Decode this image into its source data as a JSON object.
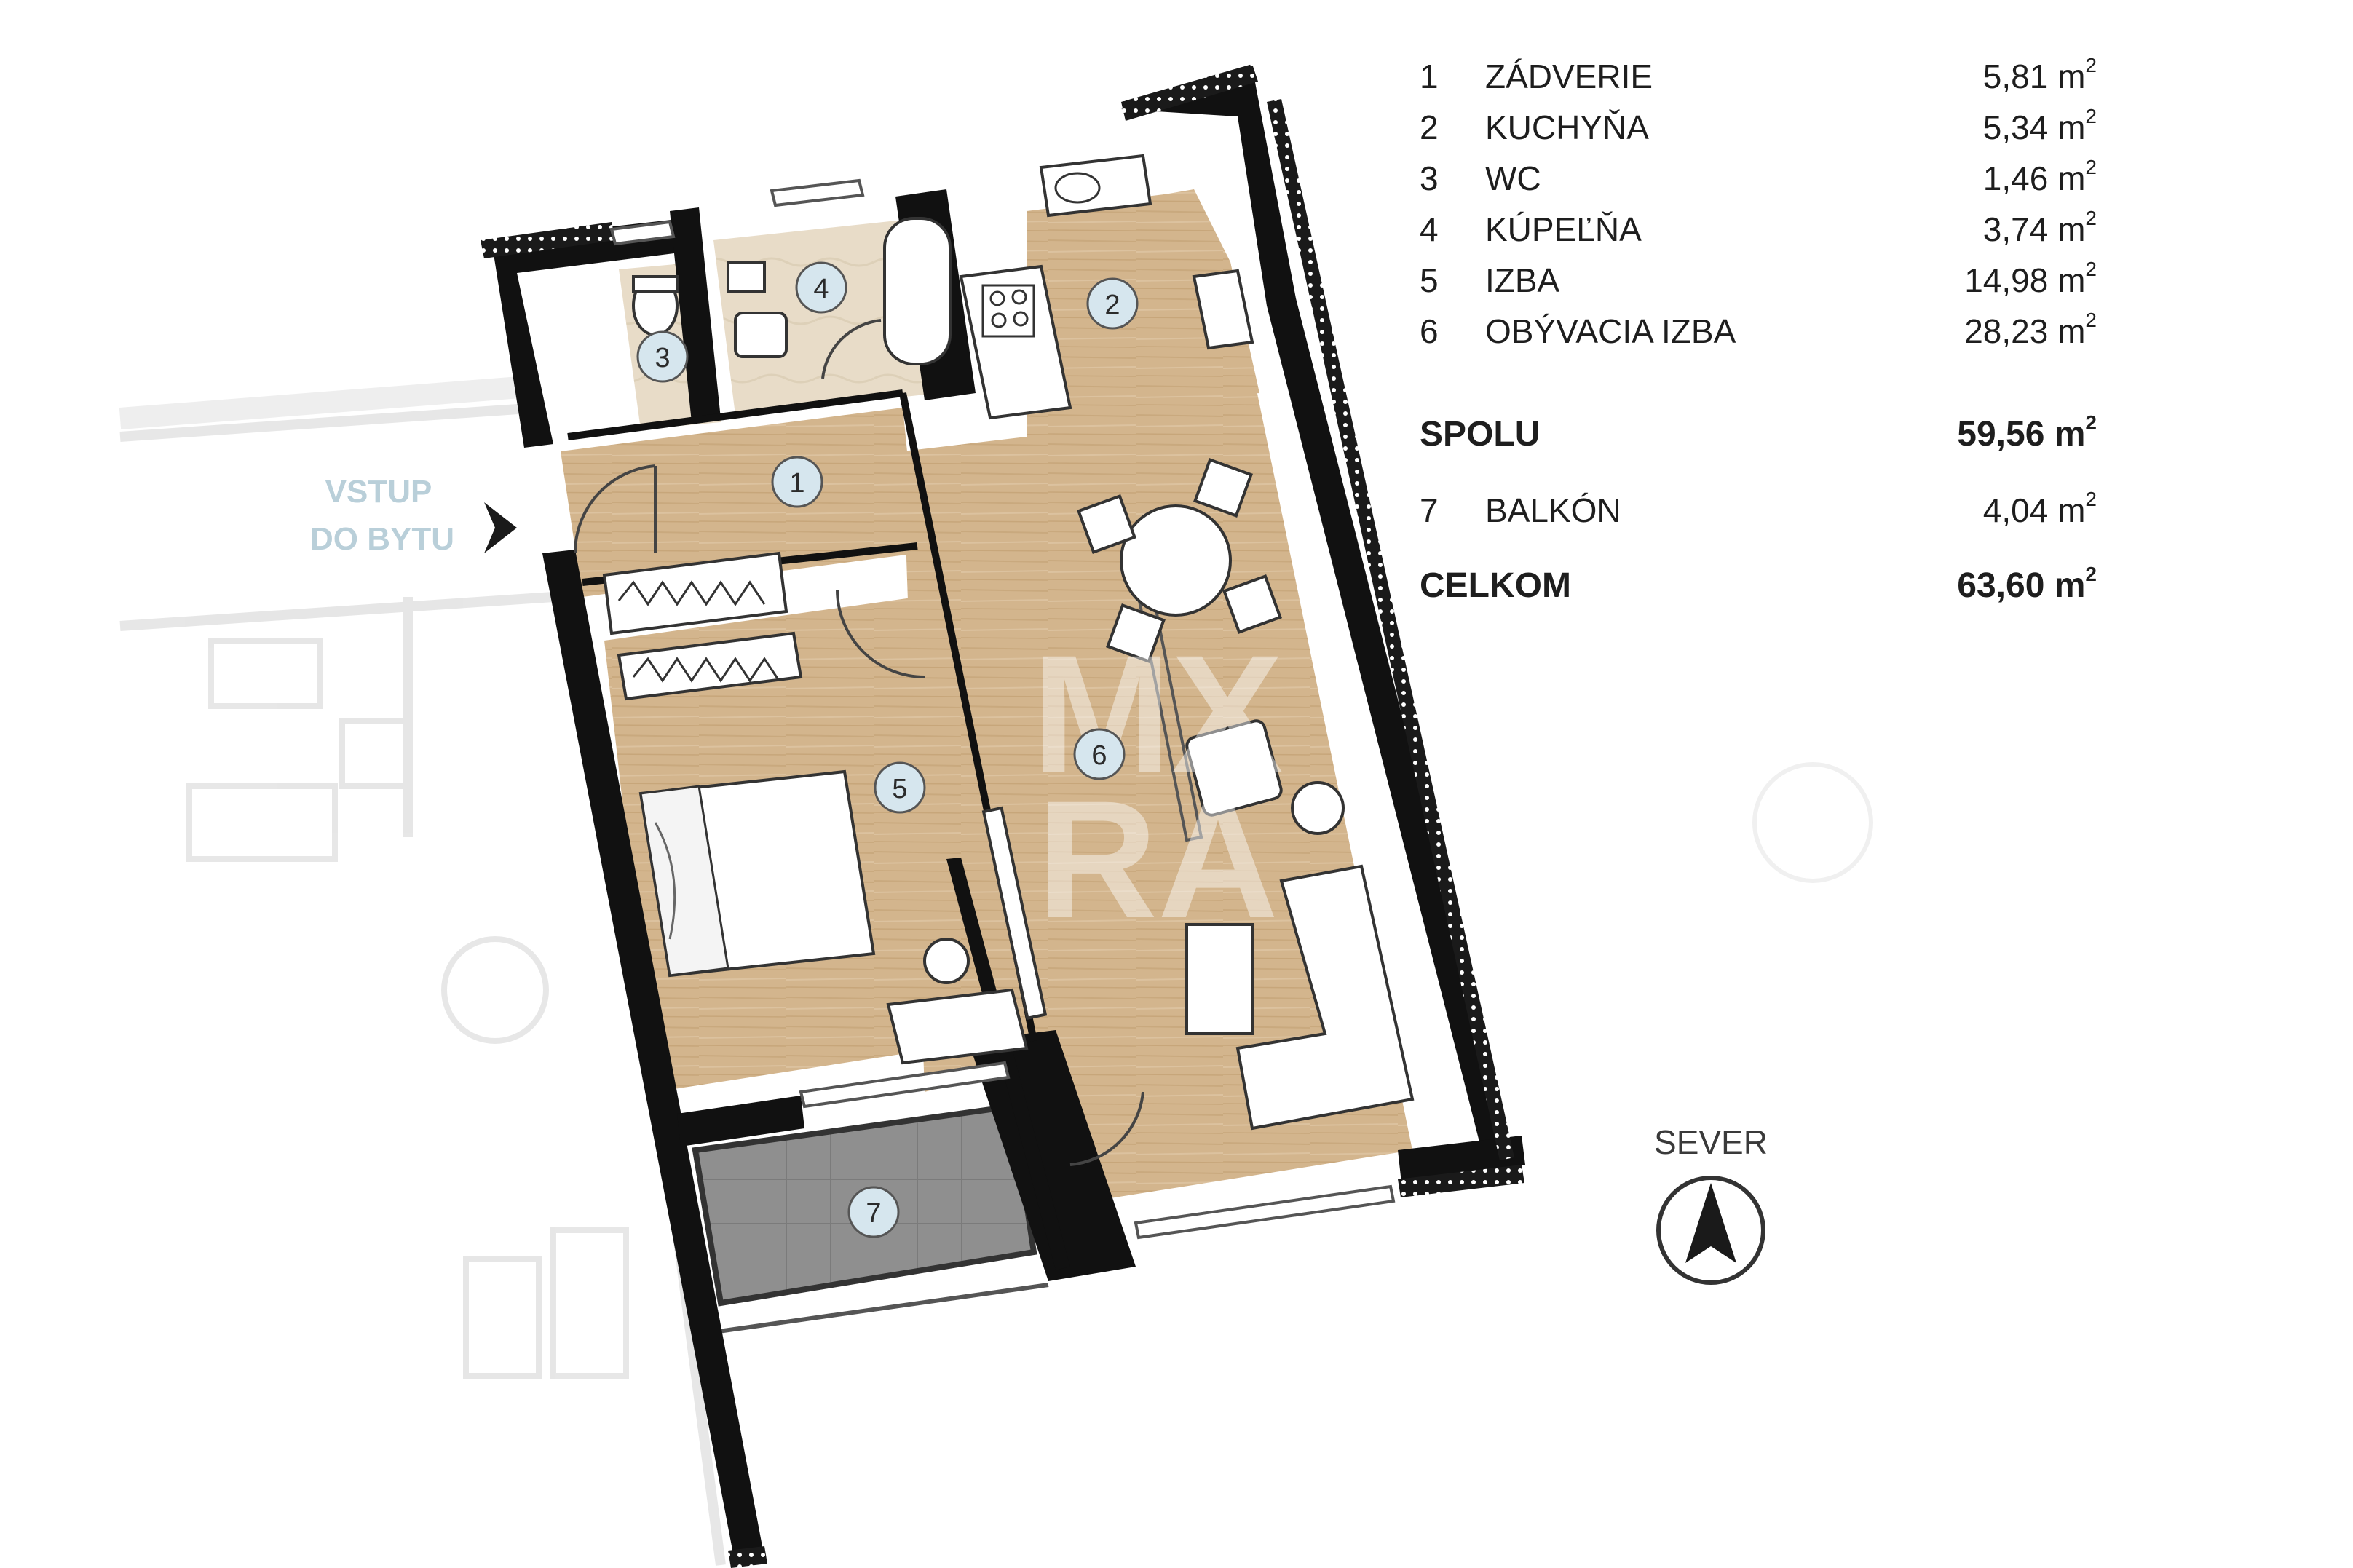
{
  "rooms": [
    {
      "number": "1",
      "name": "ZÁDVERIE",
      "area": "5,81 m"
    },
    {
      "number": "2",
      "name": "KUCHYŇA",
      "area": "5,34 m"
    },
    {
      "number": "3",
      "name": "WC",
      "area": "1,46 m"
    },
    {
      "number": "4",
      "name": "KÚPEĽŇA",
      "area": "3,74 m"
    },
    {
      "number": "5",
      "name": "IZBA",
      "area": "14,98 m"
    },
    {
      "number": "6",
      "name": "OBÝVACIA IZBA",
      "area": "28,23 m"
    }
  ],
  "area_unit_exponent": "2",
  "subtotal": {
    "label": "SPOLU",
    "area": "59,56 m"
  },
  "balcony": {
    "number": "7",
    "name": "BALKÓN",
    "area": "4,04 m"
  },
  "total": {
    "label": "CELKOM",
    "area": "63,60 m"
  },
  "entry": {
    "line1": "VSTUP",
    "line2": "DO BYTU"
  },
  "compass": {
    "label": "SEVER"
  },
  "watermark": {
    "line1": "MX",
    "line2": "RA"
  },
  "colors": {
    "wood_floor": "#d2b48c",
    "tile_floor": "#e8dcc8",
    "balcony_floor": "#8f8f8f",
    "wall": "#111111",
    "room_marker": "#d6e6ee",
    "entry_text": "#b9cfd9"
  }
}
